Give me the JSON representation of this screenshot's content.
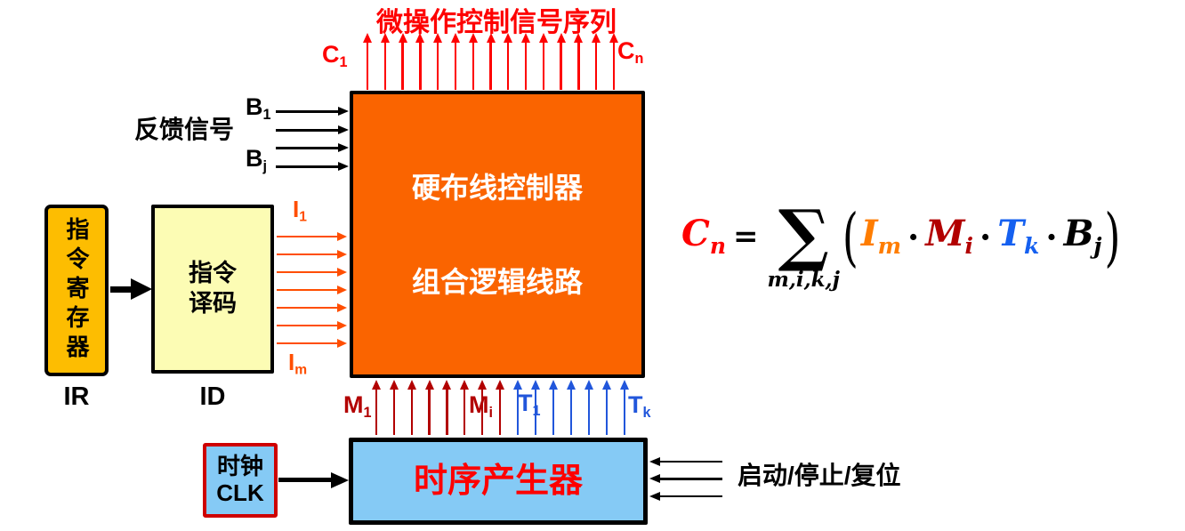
{
  "title": "微操作控制信号序列",
  "colors": {
    "red": "#FE0000",
    "orange_box": "#FA6400",
    "i_orange": "#FF4E00",
    "dark_red": "#B20000",
    "blue": "#2156DB",
    "f_orange": "#FF7D00",
    "f_blue": "#1560F0",
    "light_blue": "#85CAF5",
    "gold": "#FDBD01",
    "pale_yellow": "#FCFCB4",
    "clk_border": "#CE0000",
    "black": "#000000"
  },
  "signals": {
    "c_first": {
      "base": "C",
      "sub": "1"
    },
    "c_last": {
      "base": "C",
      "sub": "n"
    },
    "top_arrow_count": 15,
    "feedback_label": "反馈信号",
    "b_first": {
      "base": "B",
      "sub": "1"
    },
    "b_last": {
      "base": "B",
      "sub": "j"
    },
    "feedback_arrow_count": 4,
    "i_first": {
      "base": "I",
      "sub": "1"
    },
    "i_last": {
      "base": "I",
      "sub": "m"
    },
    "instruction_arrow_count": 7,
    "m_first": {
      "base": "M",
      "sub": "1"
    },
    "m_mid": {
      "base": "M",
      "sub": "i"
    },
    "m_arrow_count": 8,
    "t_first": {
      "base": "T",
      "sub": "1"
    },
    "t_last": {
      "base": "T",
      "sub": "k"
    },
    "t_arrow_count": 7,
    "control_label": "启动/停止/复位",
    "control_arrow_count": 3
  },
  "boxes": {
    "main": {
      "line1": "硬布线控制器",
      "line2": "组合逻辑线路"
    },
    "ir": {
      "text": "指令寄存器",
      "label": "IR"
    },
    "id": {
      "line1": "指令",
      "line2": "译码",
      "label": "ID"
    },
    "timing": {
      "text": "时序产生器"
    },
    "clk": {
      "line1": "时钟",
      "line2": "CLK"
    }
  },
  "formula": {
    "lhs": {
      "base": "C",
      "sub": "n"
    },
    "equals": "=",
    "sigma": "∑",
    "sigma_sub": "m,i,k,j",
    "lparen": "(",
    "rparen": ")",
    "dot": "·",
    "terms": [
      {
        "base": "I",
        "sub": "m"
      },
      {
        "base": "M",
        "sub": "i"
      },
      {
        "base": "T",
        "sub": "k"
      },
      {
        "base": "B",
        "sub": "j"
      }
    ]
  }
}
